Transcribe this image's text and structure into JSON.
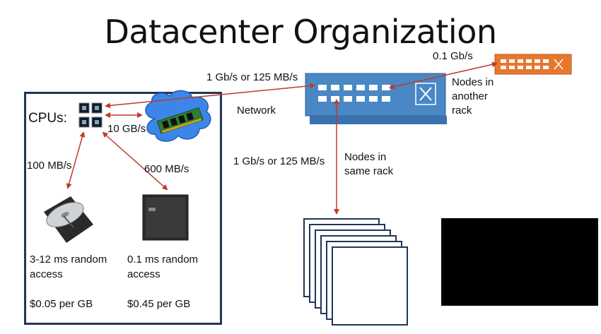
{
  "slide": {
    "title": "Datacenter Organization"
  },
  "labels": {
    "cpus": "CPUs:",
    "ram_bw": "10 GB/s",
    "disk_bw": "100 MB/s",
    "ssd_bw": "600 MB/s",
    "switch_bw": "1 Gb/s or 125 MB/s",
    "network": "Network",
    "rack_bw": "1 Gb/s or 125 MB/s",
    "same_rack_1": "Nodes in",
    "same_rack_2": "same rack",
    "uplink_bw": "0.1 Gb/s",
    "other_rack_1": "Nodes in",
    "other_rack_2": "another",
    "other_rack_3": "rack",
    "hdd_latency_1": "3-12 ms random",
    "hdd_latency_2": "access",
    "hdd_price": "$0.05 per GB",
    "ssd_latency_1": "0.1 ms random",
    "ssd_latency_2": "access",
    "ssd_price": "$0.45 per GB"
  },
  "colors": {
    "arrow": "#c0392b",
    "switch": "#4a87c5",
    "uplink_switch": "#e8772e",
    "cloud": "#3b86e6",
    "box_border": "#20365a"
  },
  "icons": [
    "cpu-chip-icon",
    "ram-stick-icon",
    "hard-disk-icon",
    "ssd-icon",
    "network-switch-icon",
    "uplink-switch-icon",
    "server-node-icon"
  ]
}
